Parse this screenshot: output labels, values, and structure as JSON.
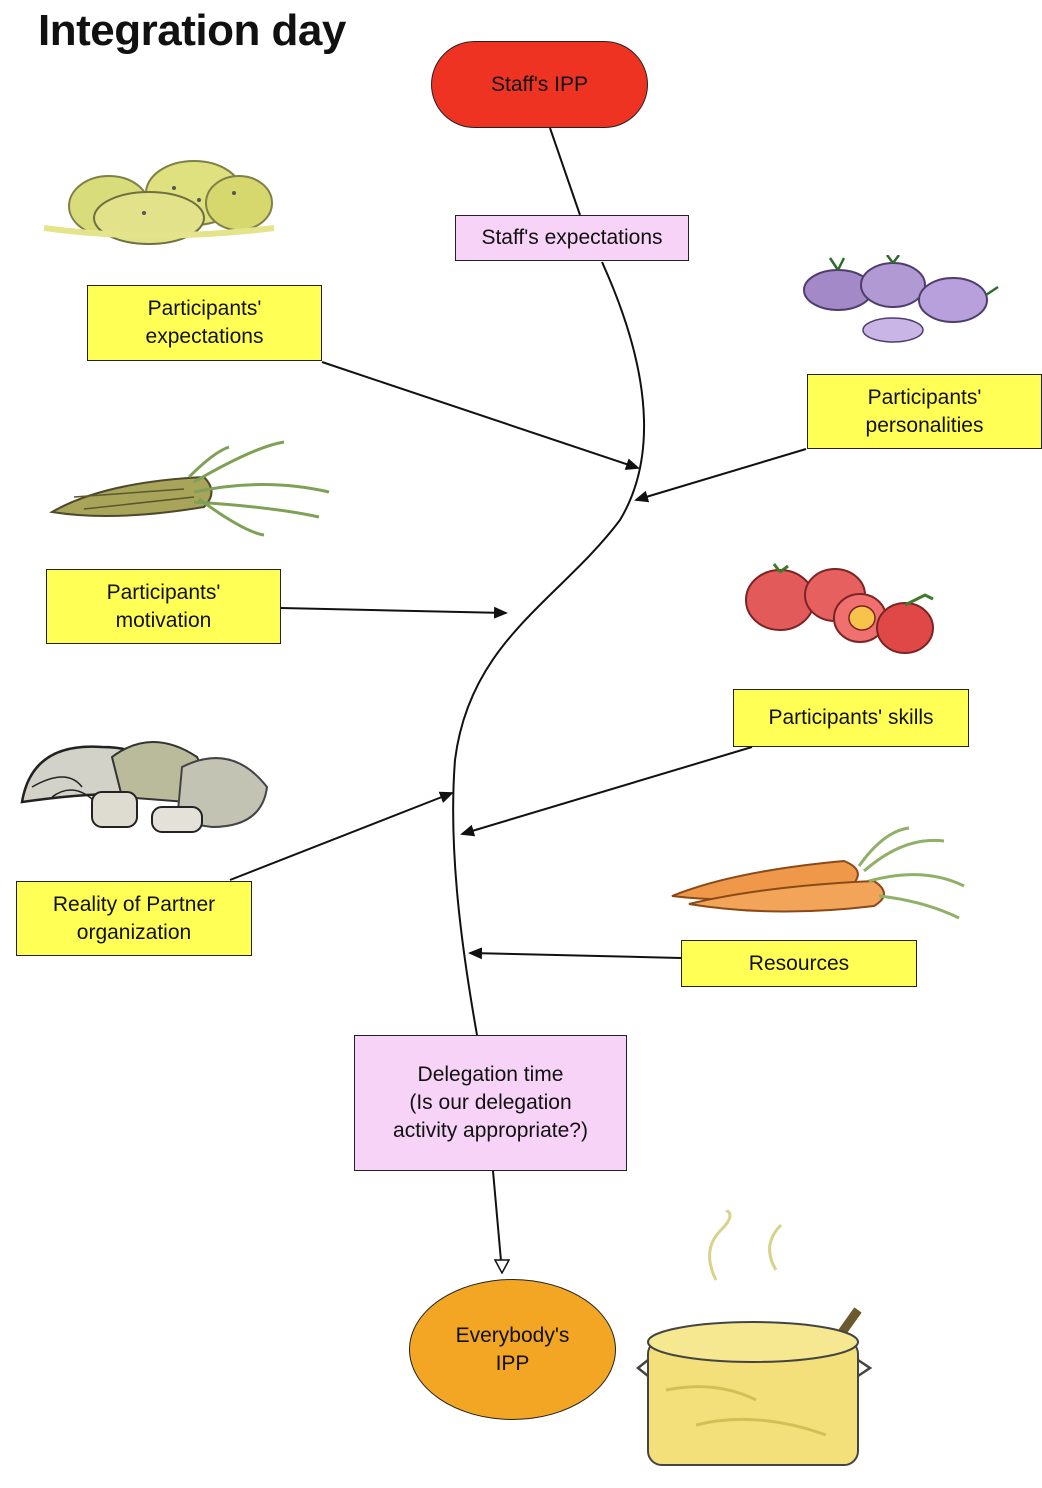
{
  "title": "Integration day",
  "nodes": {
    "start": "Staff's IPP",
    "staff_expectations": "Staff's expectations",
    "participants_expectations": "Participants'\nexpectations",
    "participants_personalities": "Participants'\npersonalities",
    "participants_motivation": "Participants'\nmotivation",
    "participants_skills": "Participants' skills",
    "reality_partner": "Reality of Partner\norganization",
    "resources": "Resources",
    "delegation_time": "Delegation time\n(Is our delegation\nactivity appropriate?)",
    "end": "Everybody's\nIPP"
  },
  "colors": {
    "input_box": "#ffff55",
    "process_box": "#f7d4f7",
    "start_node": "#ee3322",
    "end_node": "#f2a623"
  },
  "illustrations": [
    "potatoes",
    "onions",
    "corn",
    "tomatoes",
    "mushrooms",
    "carrots",
    "cooking-pot"
  ]
}
